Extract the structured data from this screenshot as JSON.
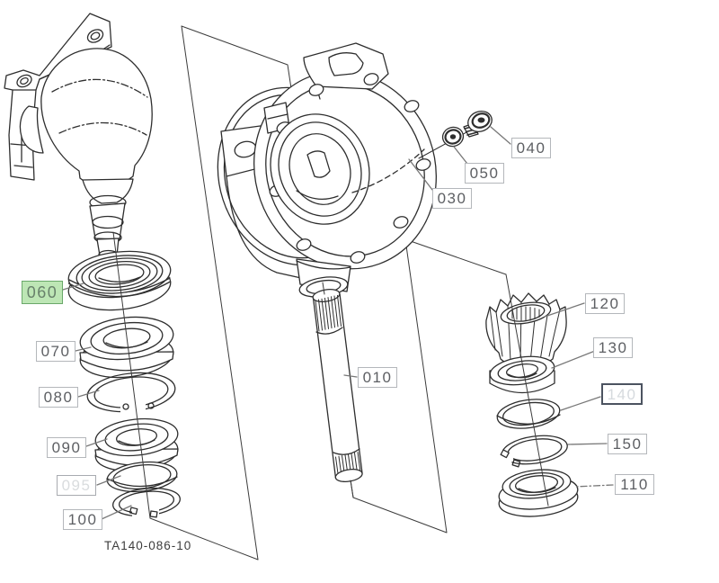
{
  "drawing_code": "TA140-086-10",
  "highlighted_part": "060",
  "faded_parts": [
    "095",
    "140"
  ],
  "labels": {
    "010": "010",
    "030": "030",
    "040": "040",
    "050": "050",
    "060": "060",
    "070": "070",
    "080": "080",
    "090": "090",
    "095": "095",
    "100": "100",
    "110": "110",
    "120": "120",
    "130": "130",
    "140": "140",
    "150": "150"
  },
  "colors": {
    "background": "#ffffff",
    "line": "#2e2e2e",
    "label_border": "#b4b7bb",
    "label_text": "#5d5f63",
    "faded_text": "#d9dcde",
    "dark_border": "#4c5360",
    "highlight_bg": "#bde6b5",
    "highlight_border": "#6aa86a",
    "highlight_text": "#68816b"
  }
}
